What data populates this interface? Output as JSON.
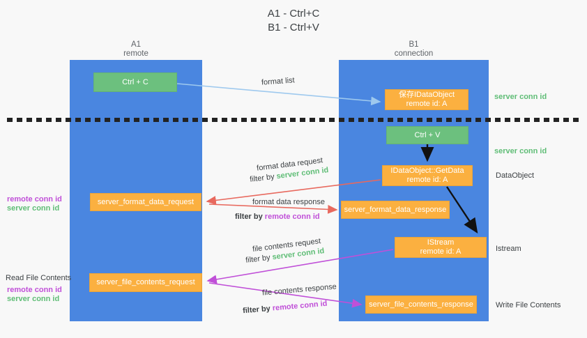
{
  "title": {
    "line1": "A1 - Ctrl+C",
    "line2": "B1 - Ctrl+V"
  },
  "lanes": [
    {
      "id": "A1",
      "name": "A1",
      "sub": "remote",
      "color": "#4a86e0"
    },
    {
      "id": "B1",
      "name": "B1",
      "sub": "connection",
      "color": "#4a86e0"
    }
  ],
  "colors": {
    "lane": "#4a86e0",
    "green_box": "#6cc07e",
    "orange_box": "#fbb040",
    "server_conn_id": "#5fbd76",
    "remote_conn_id": "#c050d8",
    "arrow_blue": "#9ec9ee",
    "arrow_red": "#e8695e",
    "arrow_purple": "#c050d8",
    "arrow_black": "#111111",
    "background": "#f8f8f8"
  },
  "nodes": {
    "ctrl_c": {
      "label": "Ctrl + C",
      "type": "green"
    },
    "save_idataobject": {
      "label": "保存IDataObject",
      "sub": "remote id: A",
      "type": "orange"
    },
    "ctrl_v": {
      "label": "Ctrl + V",
      "type": "green"
    },
    "getdata": {
      "label": "IDataObject::GetData",
      "sub": "remote id: A",
      "type": "orange"
    },
    "format_data_request": {
      "label": "server_format_data_request",
      "type": "orange"
    },
    "format_data_response": {
      "label": "server_format_data_response",
      "type": "orange"
    },
    "istream": {
      "label": "IStream",
      "sub": "remote id: A",
      "type": "orange"
    },
    "file_contents_request": {
      "label": "server_file_contents_request",
      "type": "orange"
    },
    "file_contents_response": {
      "label": "server_file_contents_response",
      "type": "orange"
    }
  },
  "edge_labels": {
    "format_list": "format list",
    "format_data_request": "format data request",
    "format_data_request_filter_prefix": "filter by ",
    "format_data_request_filter_value": "server conn id",
    "format_data_response": "format data response",
    "format_data_response_filter_prefix": "filter by ",
    "format_data_response_filter_value": "remote conn id",
    "file_contents_request": "file contents request",
    "file_contents_request_filter_prefix": "filter by ",
    "file_contents_request_filter_value": "server conn id",
    "file_contents_response": "file contents response",
    "file_contents_response_filter_prefix": "filter by ",
    "file_contents_response_filter_value": "remote conn id"
  },
  "right_notes": {
    "server_conn_id_top": "server conn id",
    "server_conn_id_mid": "server conn id",
    "dataobject": "DataObject",
    "istream": "Istream",
    "write_file_contents": "Write File Contents"
  },
  "left_notes": {
    "remote_conn_id_1": "remote conn id",
    "server_conn_id_1": "server conn id",
    "read_file_contents": "Read File Contents",
    "remote_conn_id_2": "remote conn id",
    "server_conn_id_2": "server conn id"
  }
}
